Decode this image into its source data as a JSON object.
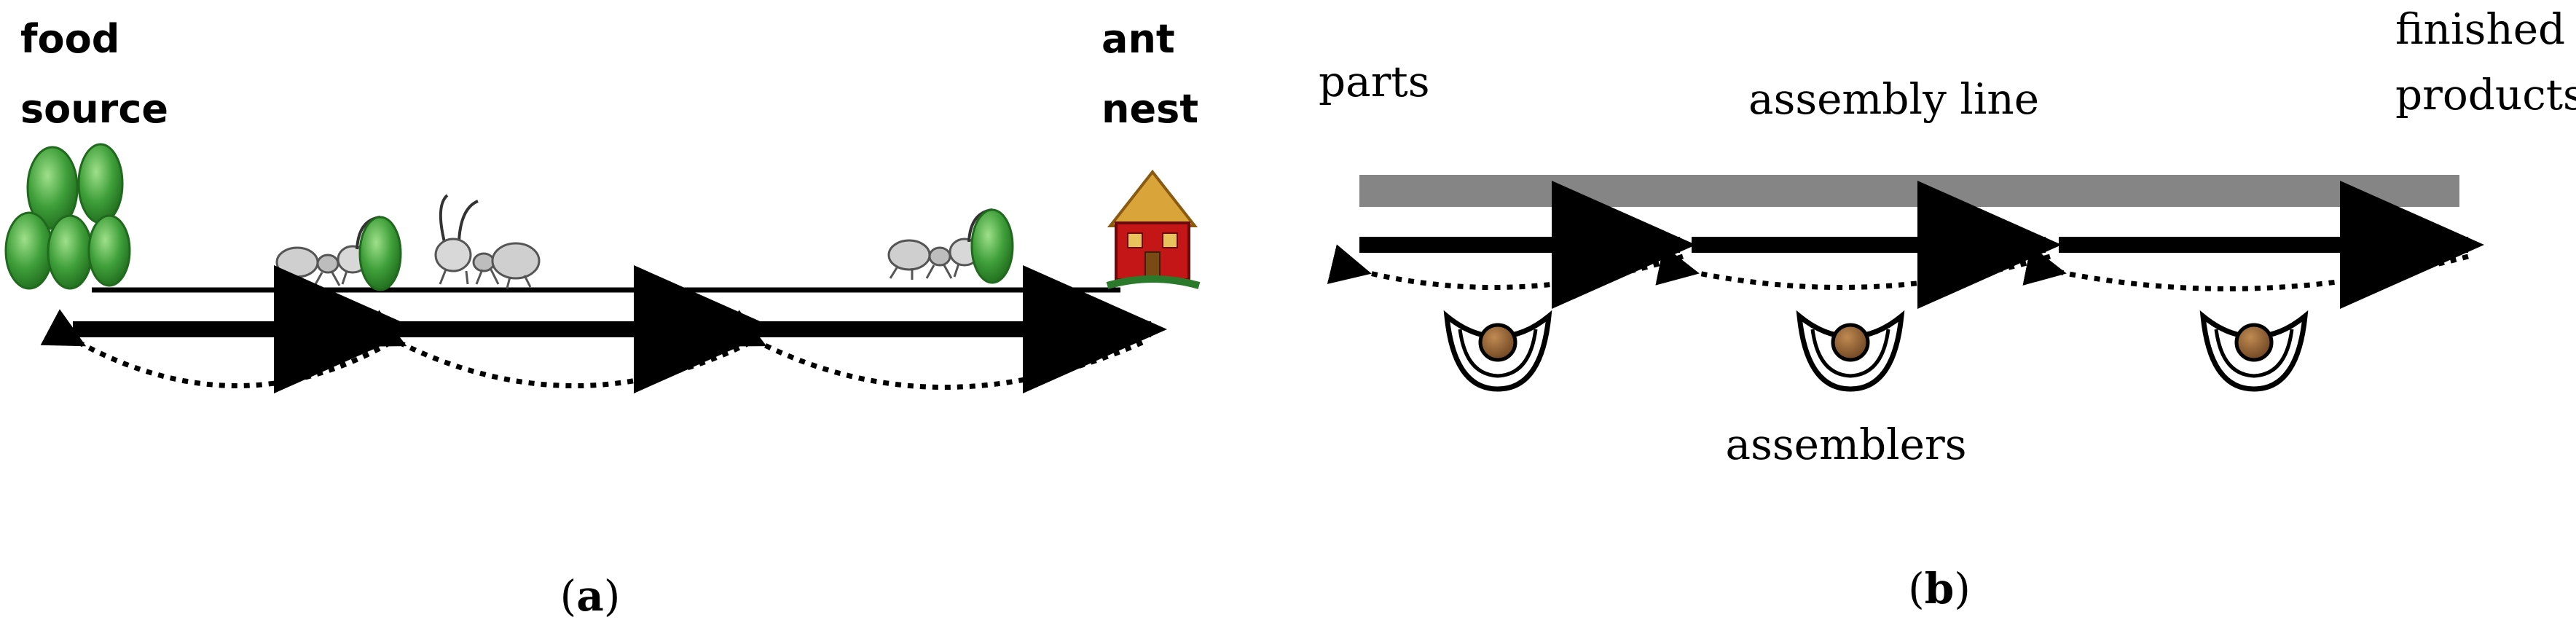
{
  "panel_a": {
    "food_source_line1": "food",
    "food_source_line2": "source",
    "ant_nest_line1": "ant",
    "ant_nest_line2": "nest",
    "caption_open": "(",
    "caption_letter": "a",
    "caption_close": ")"
  },
  "panel_b": {
    "parts": "parts",
    "assembly_line": "assembly line",
    "finished_line1": "finished",
    "finished_line2": "products",
    "assemblers": "assemblers",
    "caption_open": "(",
    "caption_letter": "b",
    "caption_close": ")"
  },
  "colors": {
    "bean_green": "#3f9f3a",
    "bean_dark": "#1f6a1c",
    "house_red": "#c41616",
    "house_roof": "#d9a53a",
    "belt_gray": "#858585",
    "head_brown": "#8a5a2b"
  }
}
